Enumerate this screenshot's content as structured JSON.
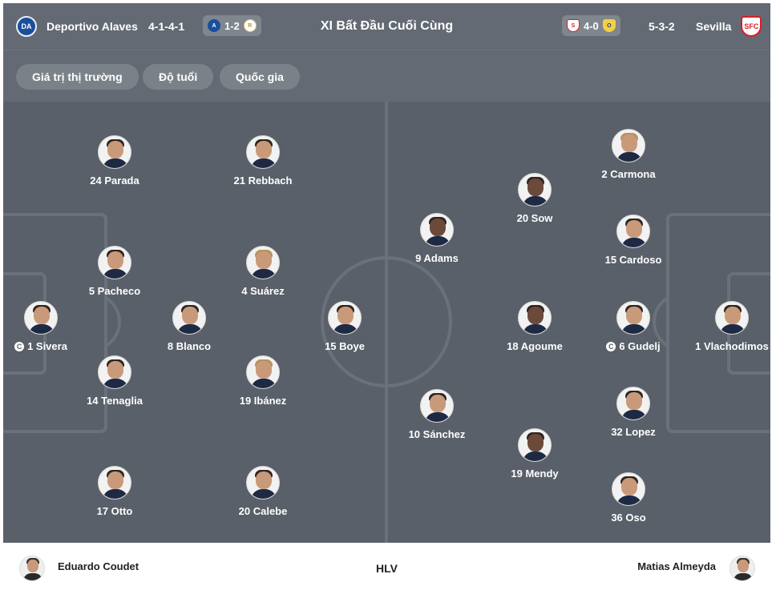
{
  "header": {
    "title": "XI Bất Đầu Cuối Cùng",
    "home": {
      "name": "Deportivo Alaves",
      "formation": "4-1-4-1",
      "last_result": "1-2",
      "crest_icon": "alaves-crest-icon",
      "opponent_icon": "real-madrid-crest-icon"
    },
    "away": {
      "name": "Sevilla",
      "formation": "5-3-2",
      "last_result": "4-0",
      "crest_icon": "sevilla-crest-icon",
      "opponent_icon": "oviedo-crest-icon"
    }
  },
  "filters": [
    "Giá trị thị trường",
    "Độ tuổi",
    "Quốc gia"
  ],
  "home_players": [
    {
      "label": "24 Parada",
      "captain": false
    },
    {
      "label": "21 Rebbach",
      "captain": false
    },
    {
      "label": "5 Pacheco",
      "captain": false
    },
    {
      "label": "4 Suárez",
      "captain": false
    },
    {
      "label": "1 Sivera",
      "captain": true
    },
    {
      "label": "8 Blanco",
      "captain": false
    },
    {
      "label": "15 Boye",
      "captain": false
    },
    {
      "label": "14 Tenaglia",
      "captain": false
    },
    {
      "label": "19 Ibánez",
      "captain": false
    },
    {
      "label": "17 Otto",
      "captain": false
    },
    {
      "label": "20 Calebe",
      "captain": false
    }
  ],
  "away_players": [
    {
      "label": "2 Carmona",
      "captain": false
    },
    {
      "label": "20 Sow",
      "captain": false
    },
    {
      "label": "9 Adams",
      "captain": false
    },
    {
      "label": "15 Cardoso",
      "captain": false
    },
    {
      "label": "18 Agoume",
      "captain": false
    },
    {
      "label": "6 Gudelj",
      "captain": true
    },
    {
      "label": "1 Vlachodimos",
      "captain": false
    },
    {
      "label": "32 Lopez",
      "captain": false
    },
    {
      "label": "10 Sánchez",
      "captain": false
    },
    {
      "label": "19 Mendy",
      "captain": false
    },
    {
      "label": "36 Oso",
      "captain": false
    }
  ],
  "captain_icon": "C",
  "footer": {
    "label": "HLV",
    "home_coach": "Eduardo Coudet",
    "away_coach": "Matias Almeyda"
  },
  "colors": {
    "pitch": "#5a6069",
    "header": "#646a73",
    "lines": "#6b717a",
    "text": "#ffffff"
  }
}
